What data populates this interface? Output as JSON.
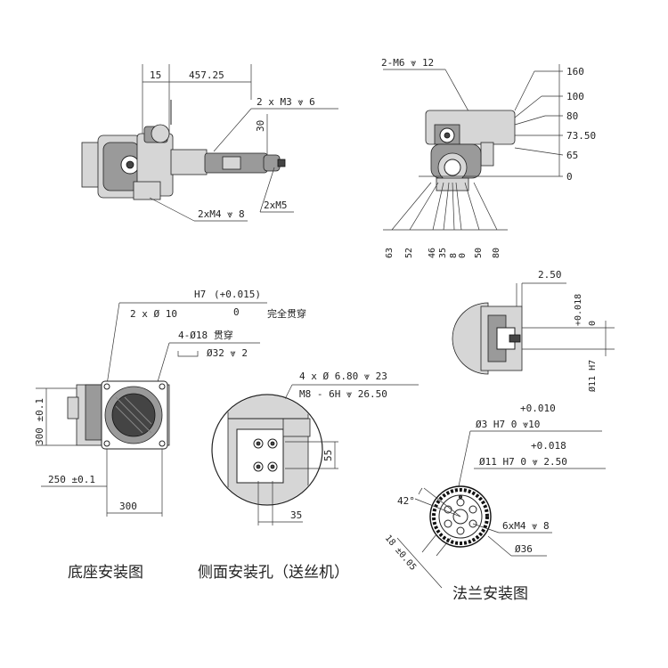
{
  "captions": {
    "base": "底座安装图",
    "side": "侧面安装孔（送丝机）",
    "flange": "法兰安装图"
  },
  "top_view": {
    "dim_15": "15",
    "dim_457": "457.25",
    "dim_30": "30",
    "m3": "2 x  M3 ⩔ 6",
    "m4": "2xM4 ⩔ 8",
    "m5": "2xM5"
  },
  "front_view": {
    "m6": "2-M6 ⩔ 12",
    "heights": [
      "160",
      "100",
      "80",
      "73.50",
      "65",
      "0"
    ],
    "widths": [
      "63",
      "52",
      "46",
      "35",
      "8",
      "0",
      "50",
      "80"
    ]
  },
  "detail_view": {
    "dim_250": "2.50",
    "tol_plus": "+0.018",
    "tol_zero": "0",
    "phi11": "Ø11 H7"
  },
  "base_view": {
    "h7": "H7",
    "tol_plus": "(+0.015)",
    "tol_zero": "0",
    "holes2": "2 x  Ø 10",
    "through_all": "完全贯穿",
    "holes4": "4-Ø18 贯穿",
    "cbore": "Ø32 ⩔ 2",
    "dim_300v": "300 ±0.1",
    "dim_250": "250 ±0.1",
    "dim_300h": "300"
  },
  "side_view": {
    "holes": "4 x Ø 6.80 ⩔ 23",
    "thread": "M8 - 6H ⩔ 26.50",
    "dim_55": "55",
    "dim_35": "35"
  },
  "flange_view": {
    "tol1_plus": "+0.010",
    "phi3": "Ø3 H7   0      ⩔10",
    "tol2_plus": "+0.018",
    "phi11": "Ø11 H7   0       ⩔ 2.50",
    "angle": "42°",
    "m4": "6xM4 ⩔ 8",
    "phi36": "Ø36",
    "dim_18": "18 ±0.05"
  }
}
